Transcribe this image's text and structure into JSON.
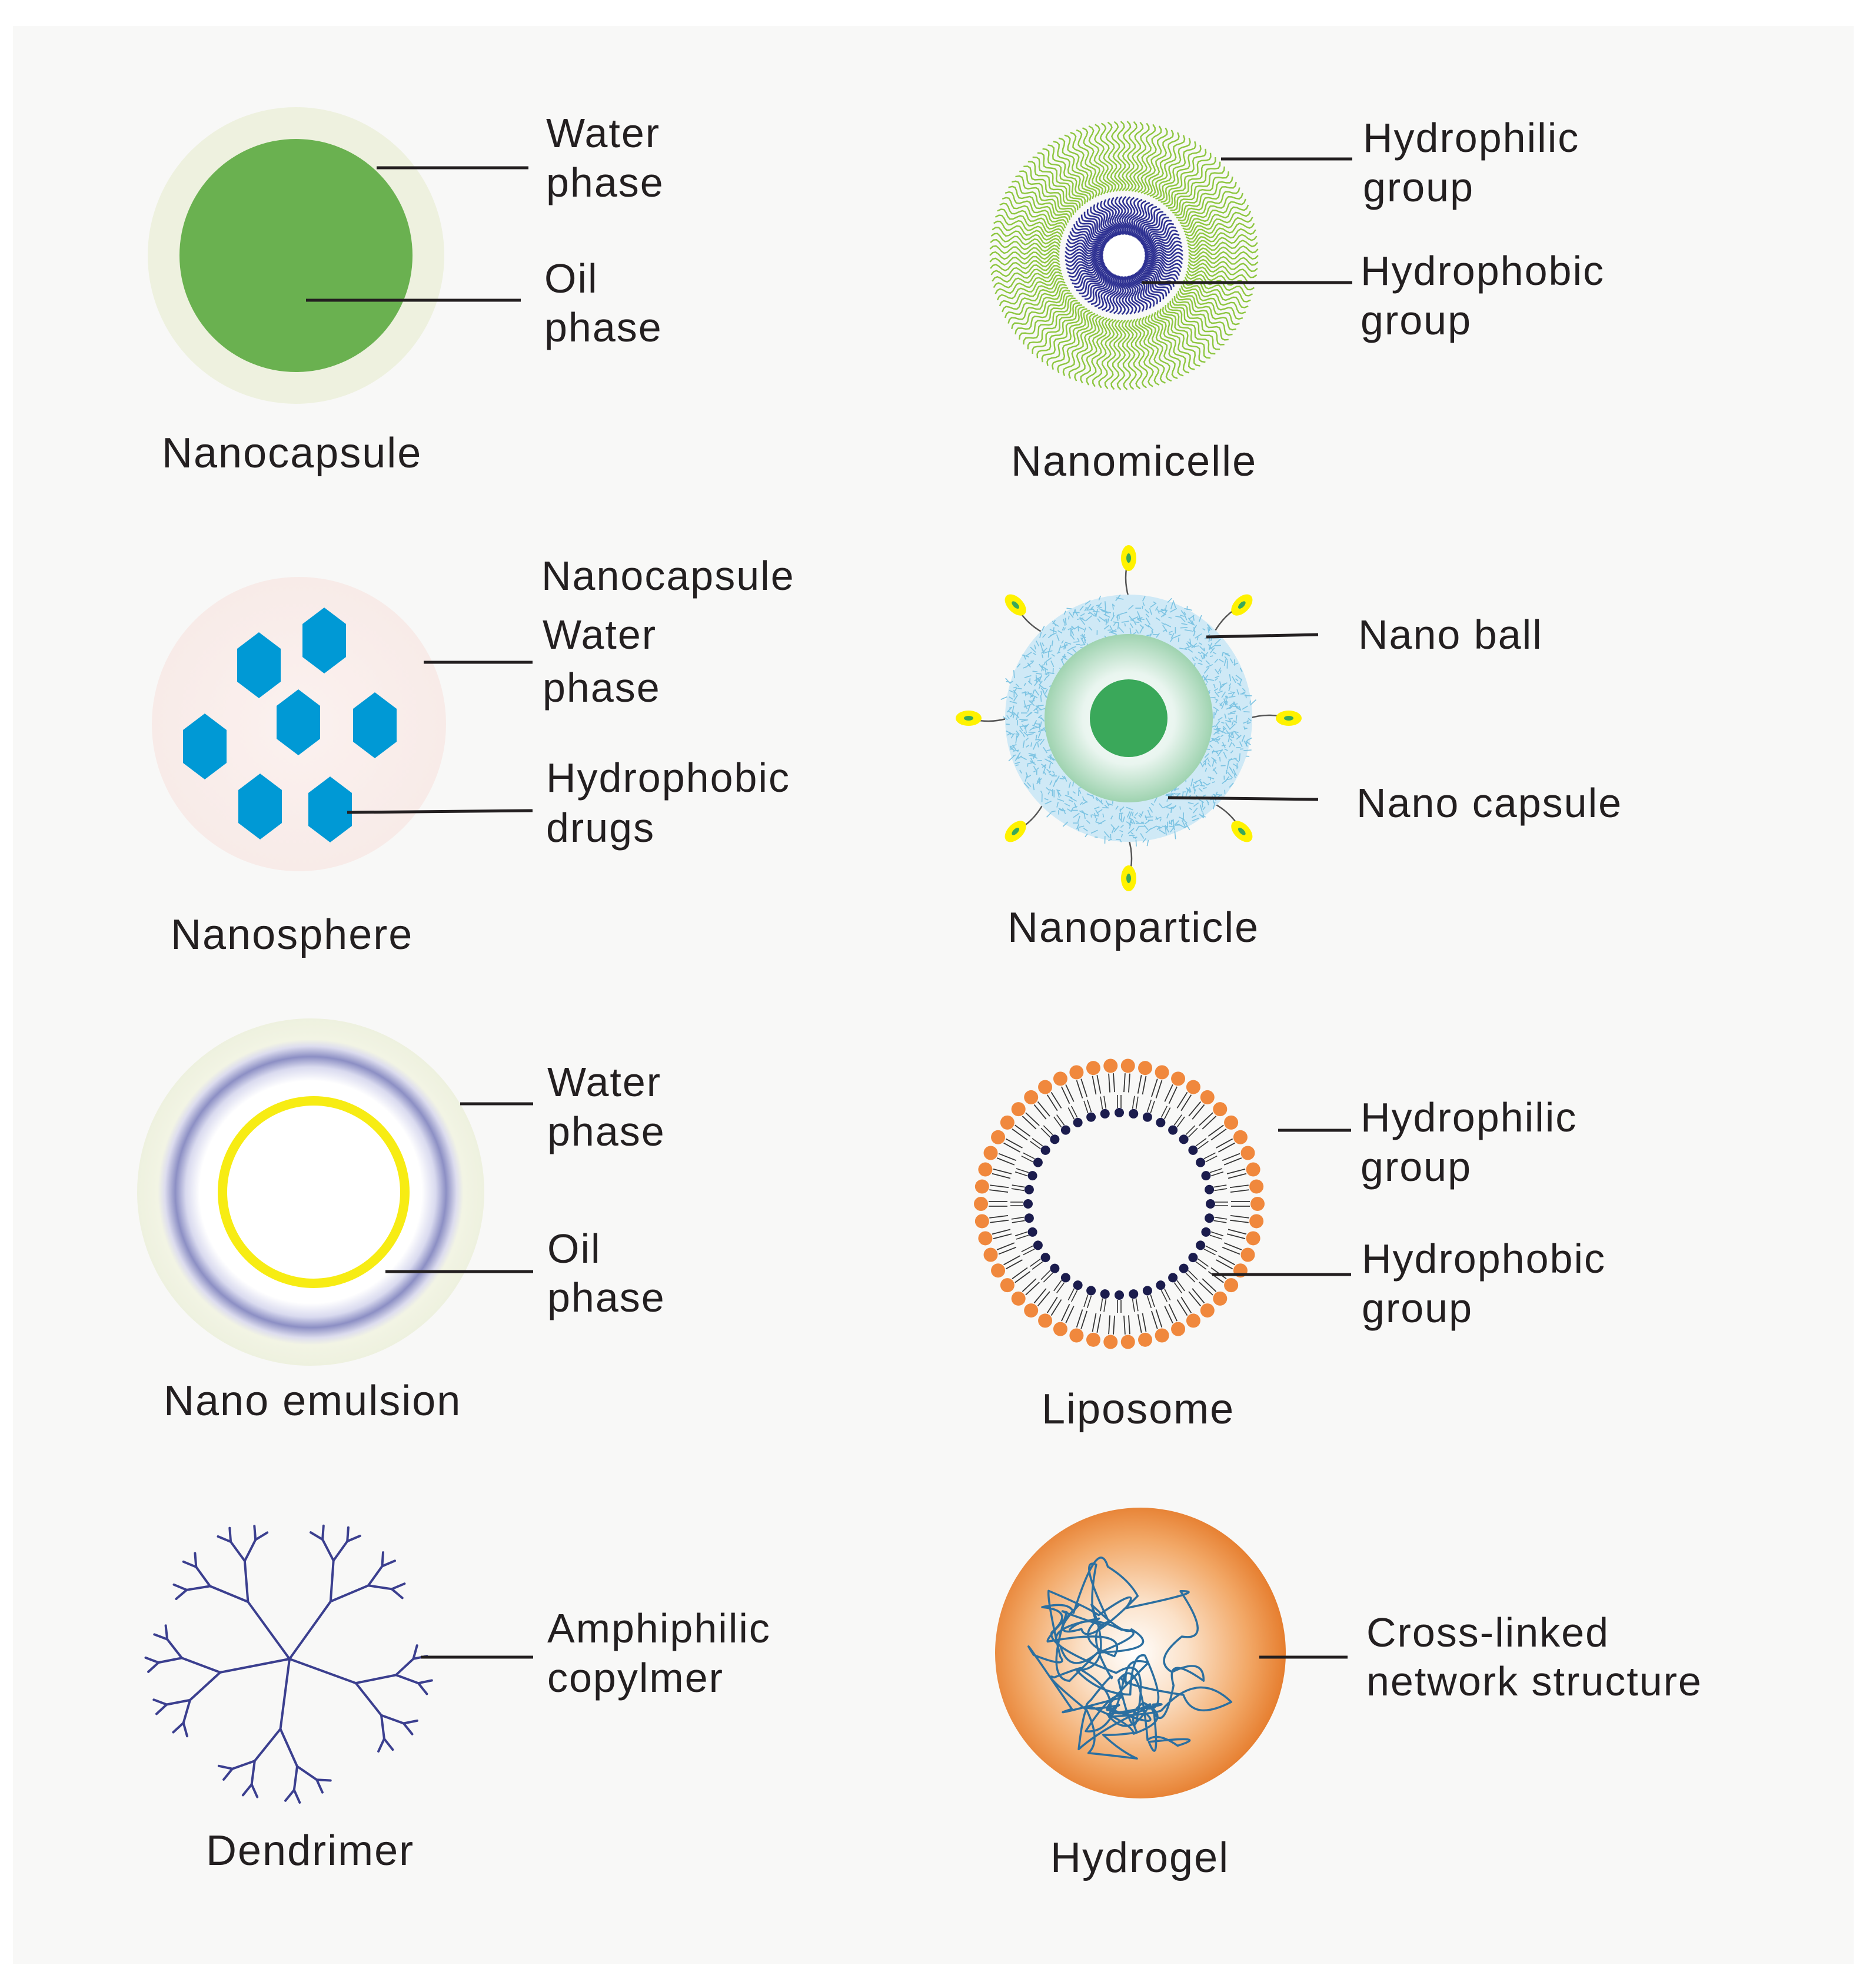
{
  "colors": {
    "background": "#f8f8f7",
    "oil_green": "#6ab150",
    "drug_blue": "#0099d5",
    "micelle_green": "#8dc63f",
    "micelle_blue": "#2e3192",
    "shell_cyan": "#7cc3e2",
    "ligand_yellow": "#fff200",
    "emulsion_yellow": "#f7ec13",
    "emulsion_purple": "#8c8fc4",
    "lipid_orange": "#f0883d",
    "lipid_navy": "#1b1c4d",
    "dendrimer_purple": "#3b3f8f",
    "hydrogel_orange": "#e8873d",
    "network_blue": "#2b6fa0",
    "text": "#231f20"
  },
  "panels": {
    "nanocapsule": {
      "title": "Nanocapsule",
      "labels": [
        {
          "line1": "Water",
          "line2": "phase"
        },
        {
          "line1": "Oil",
          "line2": "phase"
        }
      ]
    },
    "nanomicelle": {
      "title": "Nanomicelle",
      "labels": [
        {
          "line1": "Hydrophilic",
          "line2": "group"
        },
        {
          "line1": "Hydrophobic",
          "line2": "group"
        }
      ]
    },
    "nanosphere": {
      "title": "Nanosphere",
      "header": "Nanocapsule",
      "labels": [
        {
          "line1": "Water",
          "line2": "phase"
        },
        {
          "line1": "Hydrophobic",
          "line2": "drugs"
        }
      ]
    },
    "nanoparticle": {
      "title": "Nanoparticle",
      "labels": [
        {
          "line1": "Nano ball"
        },
        {
          "line1": "Nano capsule"
        }
      ]
    },
    "nano_emulsion": {
      "title": "Nano emulsion",
      "labels": [
        {
          "line1": "Water",
          "line2": "phase"
        },
        {
          "line1": "Oil",
          "line2": "phase"
        }
      ]
    },
    "liposome": {
      "title": "Liposome",
      "labels": [
        {
          "line1": "Hydrophilic",
          "line2": "group"
        },
        {
          "line1": "Hydrophobic",
          "line2": "group"
        }
      ]
    },
    "dendrimer": {
      "title": "Dendrimer",
      "labels": [
        {
          "line1": "Amphiphilic",
          "line2": "copylmer"
        }
      ]
    },
    "hydrogel": {
      "title": "Hydrogel",
      "labels": [
        {
          "line1": "Cross-linked",
          "line2": "network structure"
        }
      ]
    }
  }
}
